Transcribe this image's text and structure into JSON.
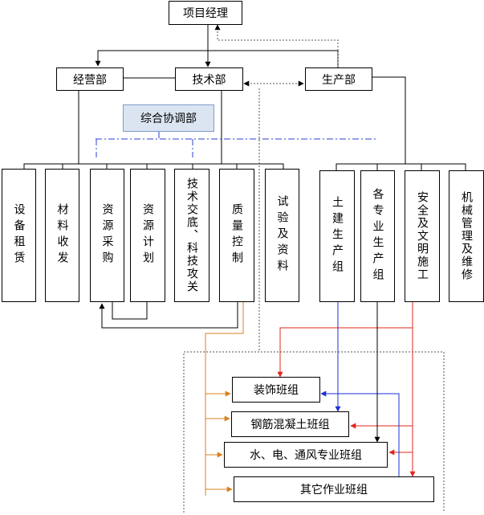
{
  "top": {
    "manager": "项目经理"
  },
  "departments": {
    "business": "经营部",
    "technical": "技术部",
    "production": "生产部",
    "coordination": "综合协调部"
  },
  "functions": {
    "equipment_rental": "设备租赁",
    "material_receiving": "材料收发",
    "resource_purchasing": "资源采购",
    "resource_planning": "资源计划",
    "tech_briefing": "技术交底、科技攻关",
    "quality_control": "质量控制",
    "testing_documents": "试验及资料",
    "civil_production": "土建生产组",
    "trade_production": "各专业生产组",
    "safety_civilized": "安全及文明施工",
    "machinery_maintenance": "机械管理及维修"
  },
  "teams": {
    "decoration": "装饰班组",
    "rebar_concrete": "钢筋混凝土班组",
    "mep": "水、电、通风专业班组",
    "other": "其它作业班组"
  },
  "colors": {
    "line": "#000000",
    "dashed": "#555555",
    "dashdot": "#2b3fd6",
    "red": "#e0281c",
    "blue": "#1d2fd9",
    "orange": "#d9801f",
    "coord_fill": "#dbe5f1",
    "coord_border": "#7f9cc7"
  }
}
